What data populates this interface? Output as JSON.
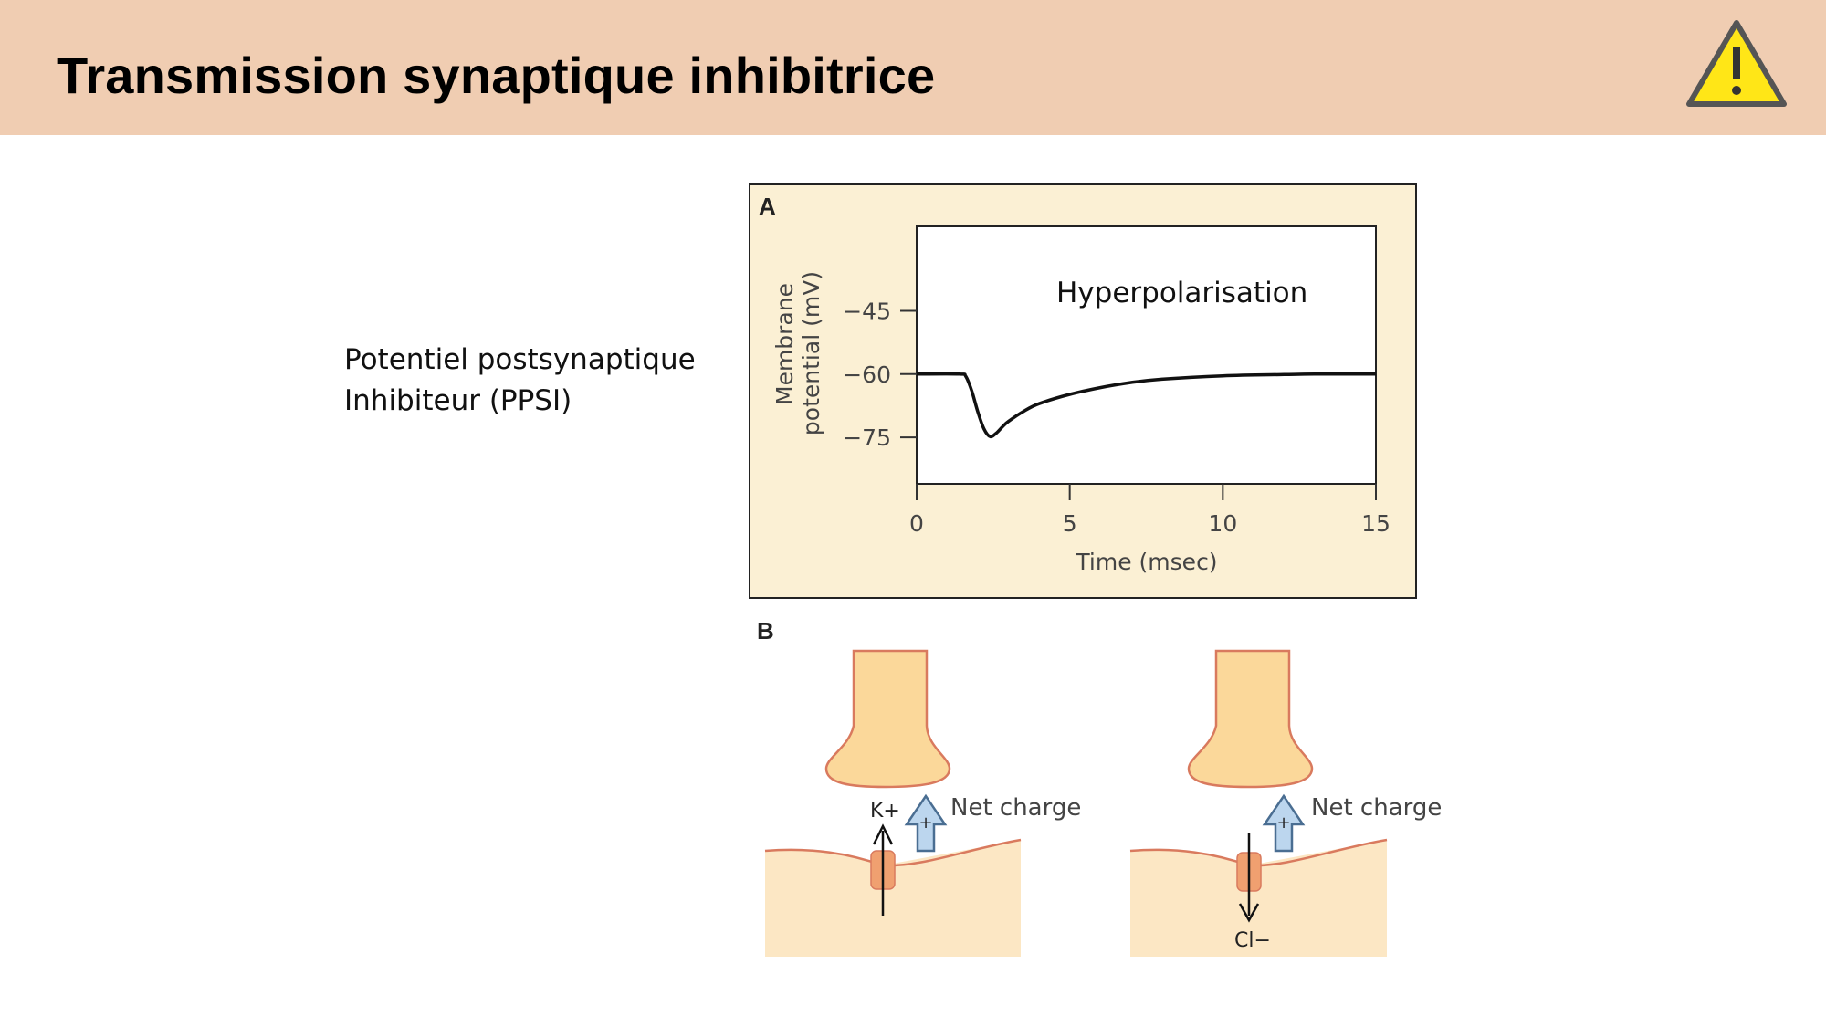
{
  "slide": {
    "title": "Transmission synaptique inhibitrice",
    "warning_icon": "warning-triangle-icon",
    "header_color": "#F0CDB2",
    "caption_lines": [
      "Potentiel postsynaptique",
      "Inhibiteur (PPSI)"
    ]
  },
  "panel_a": {
    "letter": "A",
    "annotation": "Hyperpolarisation",
    "background": "#FBF0D4"
  },
  "panel_b": {
    "letter": "B",
    "left": {
      "ion_label": "K+",
      "charge_label": "Net charge",
      "charge_sign": "+"
    },
    "right": {
      "ion_label": "Cl−",
      "charge_label": "Net charge",
      "charge_sign": "+"
    },
    "colors": {
      "terminal": "#FBD89A",
      "outline": "#D97A5E",
      "channel": "#F0A070",
      "arrow_fill": "#BCD6EE",
      "arrow_stroke": "#4A6E92"
    }
  },
  "chart_data": {
    "type": "line",
    "xlabel": "Time (msec)",
    "ylabel": "Membrane potential (mV)",
    "ylabel_lines": [
      "Membrane",
      "potential (mV)"
    ],
    "xlim": [
      0,
      15
    ],
    "ylim": [
      -86,
      -25
    ],
    "xticks": [
      0,
      5,
      10,
      15
    ],
    "yticks": [
      -45,
      -60,
      -75
    ],
    "ytick_labels": [
      "−45",
      "−60",
      "−75"
    ],
    "grid": false,
    "series": [
      {
        "x": [
          0,
          1.4,
          1.6,
          1.8,
          2.0,
          2.2,
          2.4,
          2.6,
          2.8,
          3.0,
          3.5,
          4.0,
          5.0,
          6.0,
          7.0,
          8.0,
          10.0,
          12.0,
          13.0,
          15.0
        ],
        "y": [
          -60,
          -60,
          -60.5,
          -64,
          -69,
          -73,
          -74.8,
          -74,
          -72.5,
          -71.2,
          -68.8,
          -67,
          -64.8,
          -63.2,
          -62,
          -61.2,
          -60.4,
          -60.1,
          -60,
          -60
        ]
      }
    ]
  }
}
